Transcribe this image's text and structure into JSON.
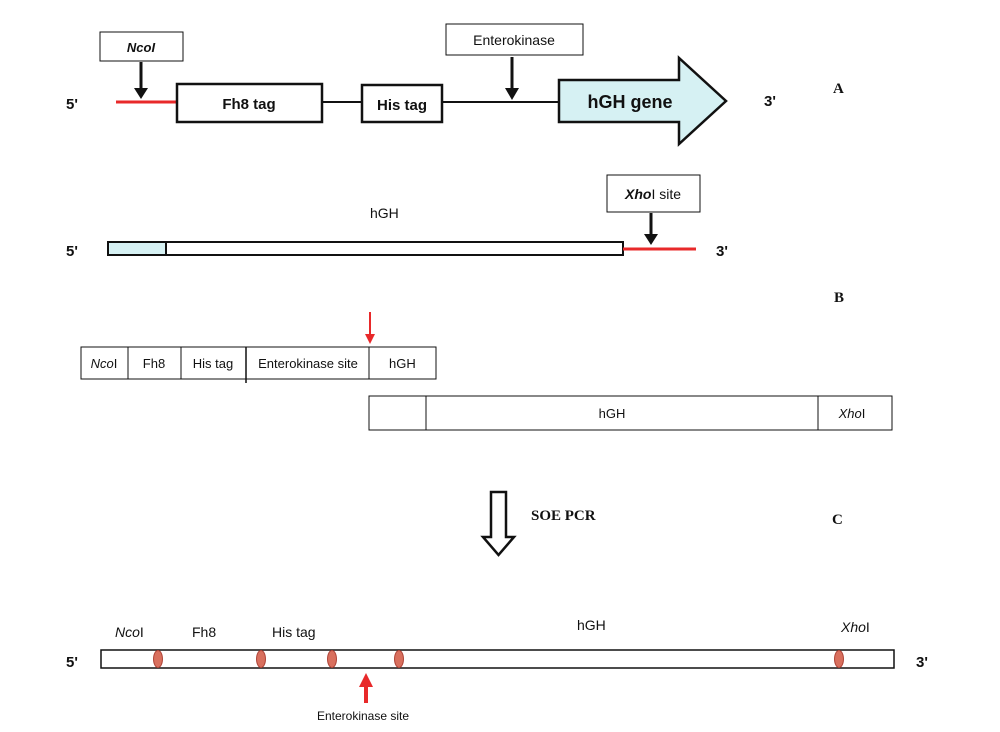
{
  "panel_a": {
    "five_prime": "5'",
    "three_prime": "3'",
    "nco_label": "NcoI",
    "enterokinase_label": "Enterokinase",
    "fh8_tag": "Fh8 tag",
    "his_tag": "His tag",
    "hgh_gene": "hGH gene",
    "letter": "A"
  },
  "panel_b": {
    "hgh_label": "hGH",
    "xho_italic": "Xho",
    "xho_suffix": "I site",
    "five_prime": "5'",
    "three_prime": "3'",
    "letter": "B"
  },
  "panel_c_fragments": {
    "top": {
      "nco_italic": "Nco",
      "nco_suffix": "I",
      "fh8": "Fh8",
      "his_tag": "His tag",
      "enterokinase_site": "Enterokinase site",
      "hgh": "hGH"
    },
    "bottom": {
      "hgh": "hGH",
      "xho_italic": "Xho",
      "xho_suffix": "I"
    }
  },
  "soe": {
    "label": "SOE PCR",
    "letter": "C"
  },
  "final_construct": {
    "nco_italic": "Nco",
    "nco_suffix": "I",
    "fh8": "Fh8",
    "his_tag": "His tag",
    "hgh": "hGH",
    "xho_italic": "Xho",
    "xho_suffix": "I",
    "five_prime": "5'",
    "three_prime": "3'",
    "enterokinase_site": "Enterokinase site"
  },
  "colors": {
    "red": "#e8292a",
    "light_cyan": "#d6f1f3",
    "ellipse_fill": "#d9705e",
    "ellipse_stroke": "#b0463a"
  }
}
